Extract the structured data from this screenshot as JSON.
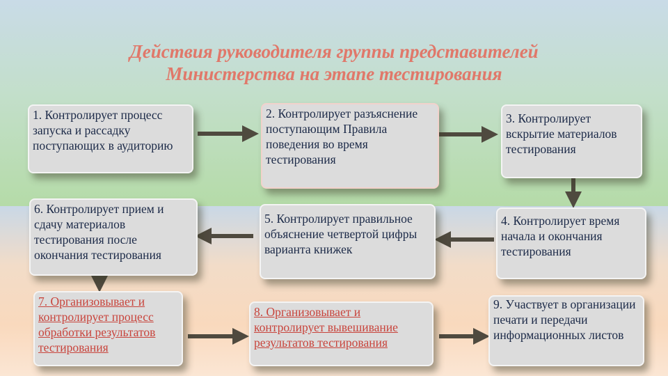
{
  "title": {
    "line1": "Действия руководителя группы представителей",
    "line2": "Министерства на этапе тестирования"
  },
  "steps": [
    {
      "text": "1. Контролирует процесс запуска и рассадку поступающих в аудиторию"
    },
    {
      "text": "2. Контролирует разъяснение поступающим Правила поведения во время тестирования"
    },
    {
      "text": "3. Контролирует вскрытие материалов тестирования"
    },
    {
      "text": "4. Контролирует время начала и окончания тестирования"
    },
    {
      "text": "5. Контролирует правильное объяснение четвертой цифры варианта книжек"
    },
    {
      "text": "6. Контролирует прием и сдачу  материалов тестирования после окончания тестирования"
    },
    {
      "text": "7. Организовывает и контролирует процесс обработки результатов тестирования"
    },
    {
      "text": "8. Организовывает и контролирует вывешивание результатов тестирования"
    },
    {
      "text": "9. Участвует в организации печати и передачи информационных листов"
    }
  ],
  "colors": {
    "title": "#e0786a",
    "text": "#1c2a48",
    "link": "#c8443c",
    "arrow": "#4f4a3f"
  }
}
